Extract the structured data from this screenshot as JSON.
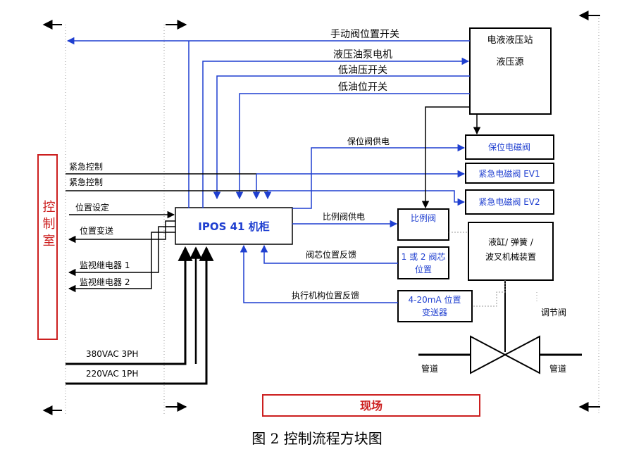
{
  "labels": {
    "control_room": "控制室",
    "field": "现场",
    "caption": "图 2  控制流程方块图",
    "hydraulic_station": "电液液压站",
    "hydraulic_source": "液压源",
    "ipos_cabinet": "IPOS 41 机柜",
    "hold_valve": "保位电磁阀",
    "emergency_valve_1": "紧急电磁阀 EV1",
    "emergency_valve_2": "紧急电磁阀 EV2",
    "proportional_valve": "比例阀",
    "spool_position_line1": "1 或 2 阀芯",
    "spool_position_line2": "位置",
    "transmitter_line1": "4-20mA 位置",
    "transmitter_line2": "变送器",
    "actuator_line1": "液缸/ 弹簧 /",
    "actuator_line2": "波叉机械装置",
    "regulating_valve": "调节阀",
    "pipe_left": "管道",
    "pipe_right": "管道"
  },
  "signals": {
    "manual_valve_switch": "手动阀位置开关",
    "pump_motor": "液压油泵电机",
    "low_pressure_switch": "低油压开关",
    "low_level_switch": "低油位开关",
    "hold_valve_power": "保位阀供电",
    "emergency_control_1": "紧急控制",
    "emergency_control_2": "紧急控制",
    "position_setpoint": "位置设定",
    "position_transmit": "位置变送",
    "monitor_relay_1": "监视继电器 1",
    "monitor_relay_2": "监视继电器 2",
    "proportional_power": "比例阀供电",
    "spool_feedback": "阀芯位置反馈",
    "actuator_feedback": "执行机构位置反馈",
    "power_380": "380VAC 3PH",
    "power_220": "220VAC 1PH"
  },
  "colors": {
    "signal_blue": "#1f3fd0",
    "box_blue_text": "#1f3fd0",
    "red": "#cc1f1f",
    "line": "#000000",
    "dashed": "#9a9a9a"
  }
}
